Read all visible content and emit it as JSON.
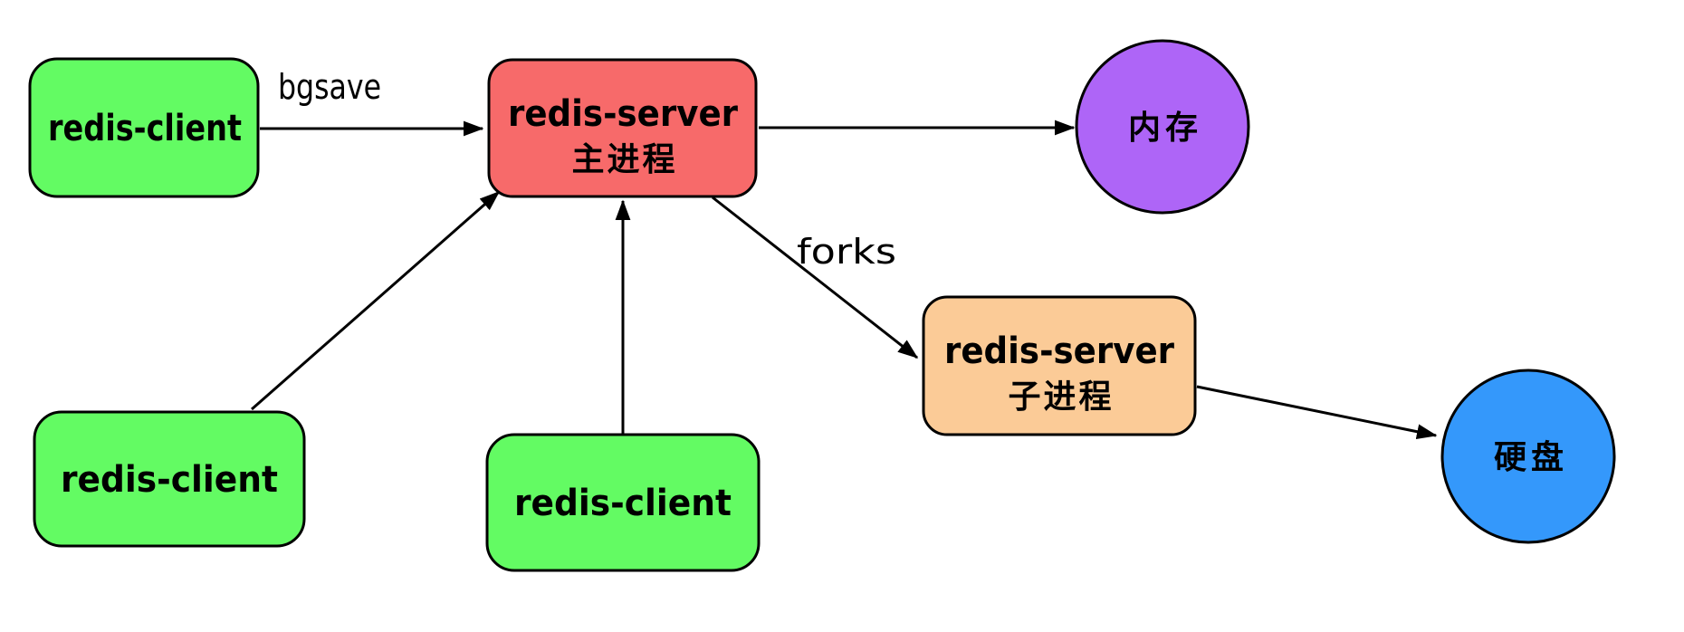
{
  "diagram": {
    "description": "Redis bgsave process flow diagram",
    "nodes": {
      "client_top": {
        "label": "redis-client",
        "fill": "#63FB63"
      },
      "client_bottom_left": {
        "label": "redis-client",
        "fill": "#63FB63"
      },
      "client_bottom_mid": {
        "label": "redis-client",
        "fill": "#63FB63"
      },
      "main_server": {
        "label": "redis-server",
        "sublabel": "主进程",
        "fill": "#F76A6A"
      },
      "child_server": {
        "label": "redis-server",
        "sublabel": "子进程",
        "fill": "#FBCB97"
      },
      "memory": {
        "label": "内存",
        "fill": "#AE65F7"
      },
      "disk": {
        "label": "硬盘",
        "fill": "#3498FB"
      }
    },
    "edges": {
      "bgsave": {
        "label": "bgsave"
      },
      "forks": {
        "label": "forks"
      }
    },
    "colors": {
      "stroke": "#000000",
      "background": "#FFFFFF"
    }
  }
}
